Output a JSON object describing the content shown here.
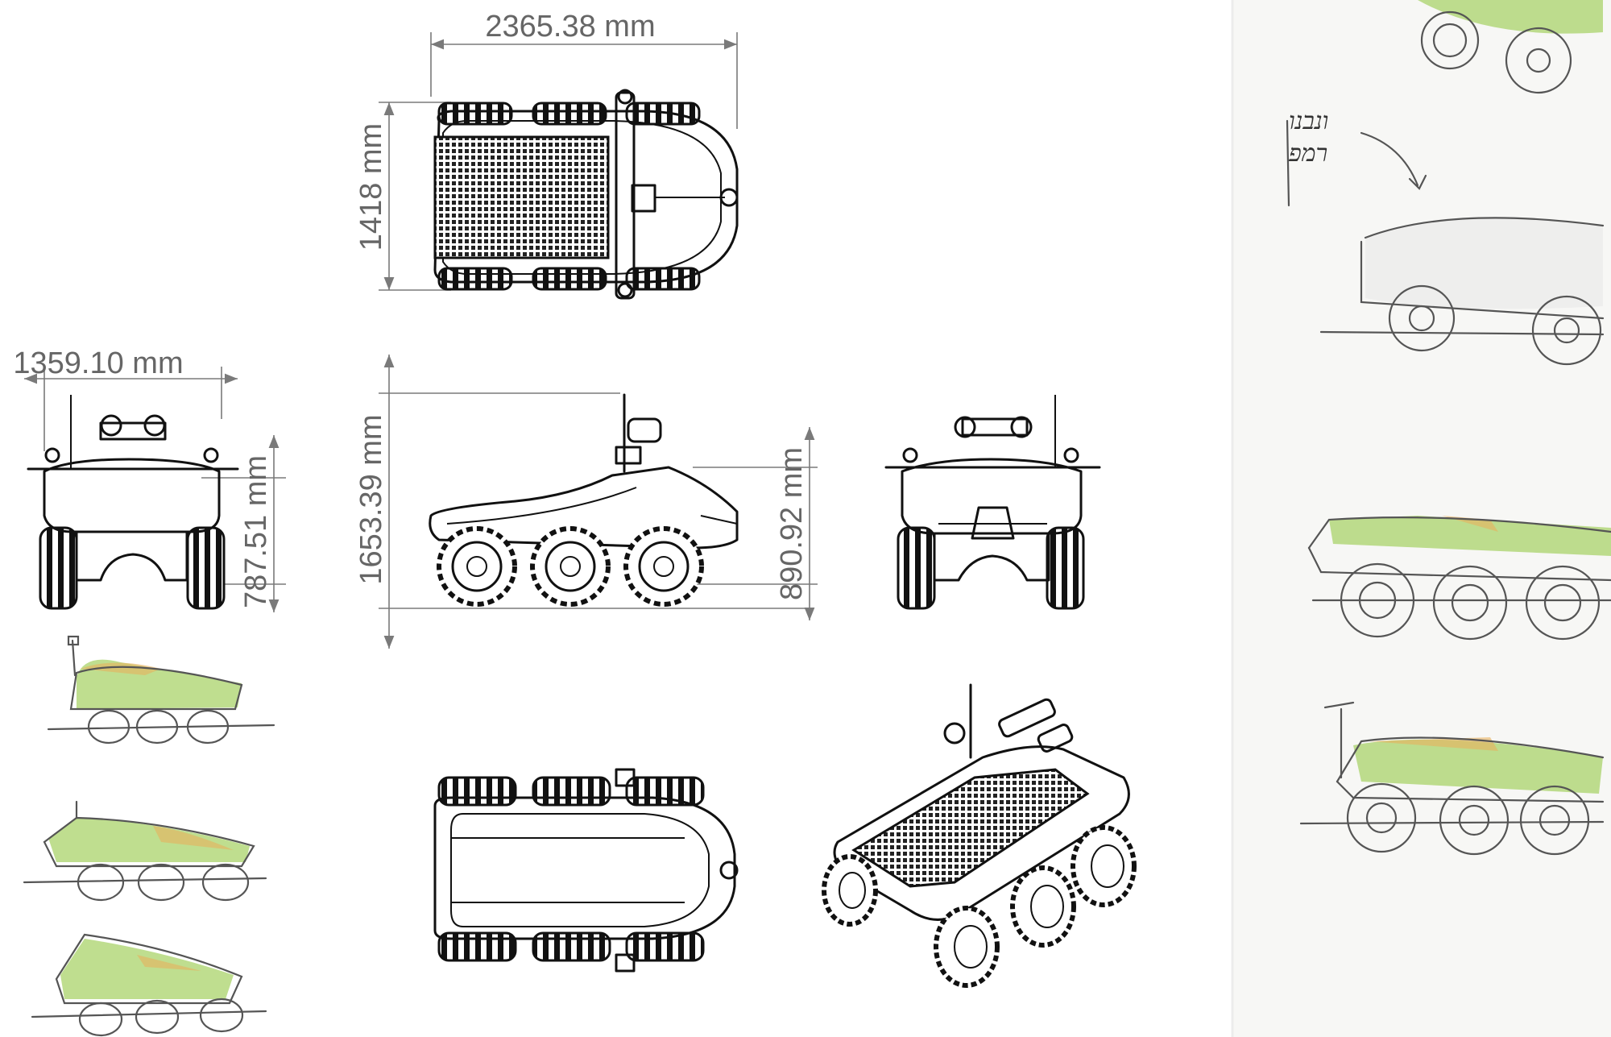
{
  "dimensions": {
    "top_length": "2365.38 mm",
    "top_width": "1418 mm",
    "front_width": "1359.10 mm",
    "front_height": "787.51 mm",
    "side_total_height": "1653.39 mm",
    "side_body_height": "890.92 mm"
  },
  "sketch_note": {
    "line1": "ונבנו",
    "line2": "רמפ"
  },
  "colors": {
    "line_art": "#111111",
    "dimension": "#7a7a7a",
    "sketch_green": "#a9d36a",
    "sketch_orange": "#e7b05d"
  }
}
